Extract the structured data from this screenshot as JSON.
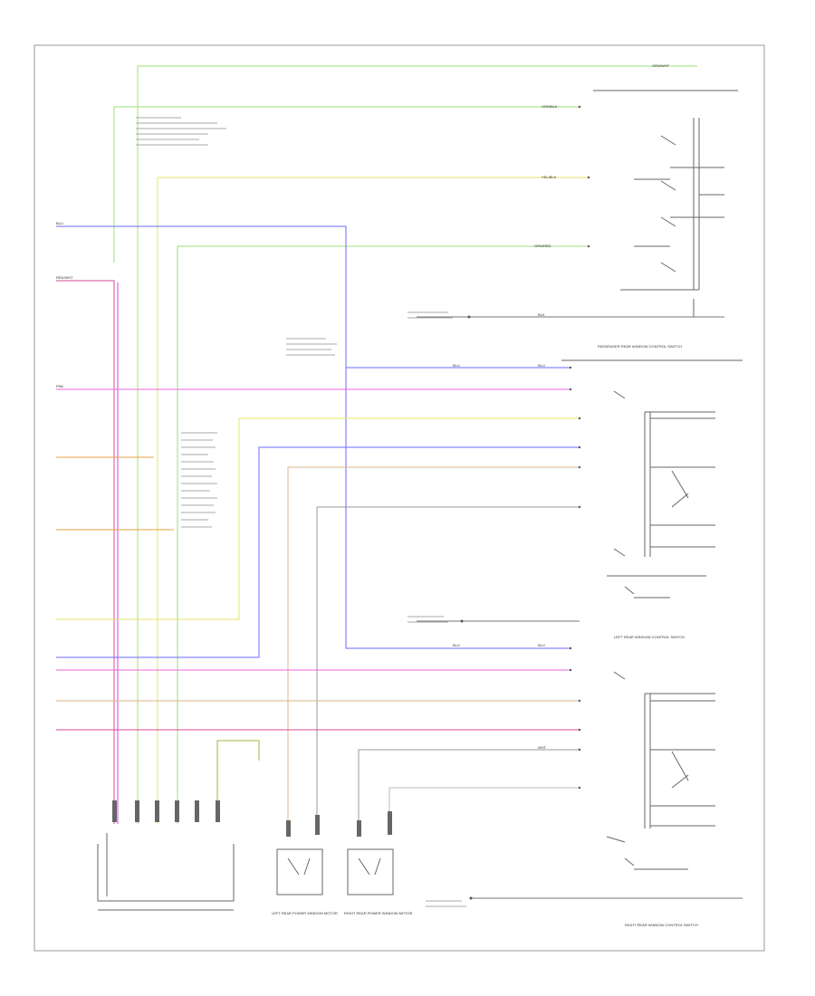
{
  "diagram": {
    "code": "",
    "wires": {
      "grn_wht": "GRN/WHT",
      "grn_blk": "GRN/BLK",
      "yel_blk": "YEL/BLK",
      "blu": "BLU",
      "grn_red": "GRN/RED",
      "red_wht": "RED/WHT",
      "blk": "BLK",
      "pnk": "PNK",
      "wht": "WHT"
    },
    "labels": {
      "power_mirror_switch": "",
      "passenger_rear_window_switch": "PASSENGER REAR WINDOW CONTROL SWITCH",
      "left_rear_window_switch": "LEFT REAR WINDOW CONTROL SWITCH",
      "right_rear_window_switch": "RIGHT REAR WINDOW CONTROL SWITCH",
      "driver_power_window_switch": "",
      "left_rear_motor": "LEFT REAR POWER WINDOW MOTOR",
      "right_rear_motor": "RIGHT REAR POWER WINDOW MOTOR"
    }
  }
}
